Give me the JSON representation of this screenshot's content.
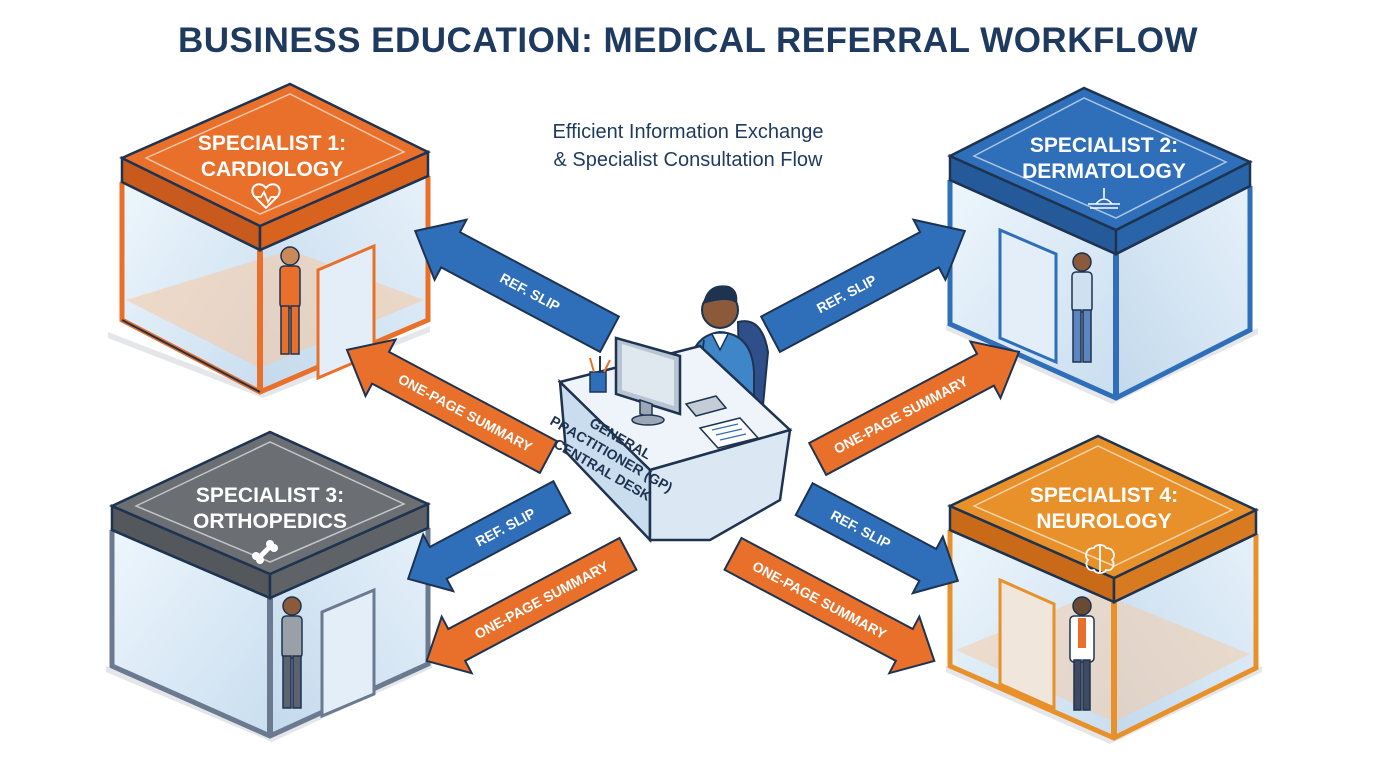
{
  "title": "BUSINESS EDUCATION: MEDICAL REFERRAL WORKFLOW",
  "subtitle_line1": "Efficient Information Exchange",
  "subtitle_line2": "& Specialist Consultation Flow",
  "colors": {
    "title": "#1f3a5f",
    "orange": "#e8702a",
    "blue": "#2f6fba",
    "gray": "#6b6e73",
    "outline": "#1e3350",
    "glass": "#d7e7f4"
  },
  "specialists": [
    {
      "line1": "SPECIALIST 1:",
      "line2": "CARDIOLOGY",
      "icon": "heart-pulse-icon"
    },
    {
      "line1": "SPECIALIST 2:",
      "line2": "DERMATOLOGY",
      "icon": "skin-layer-icon"
    },
    {
      "line1": "SPECIALIST 3:",
      "line2": "ORTHOPEDICS",
      "icon": "bone-icon"
    },
    {
      "line1": "SPECIALIST 4:",
      "line2": "NEUROLOGY",
      "icon": "brain-icon"
    }
  ],
  "desk": {
    "line1": "GENERAL",
    "line2": "PRACTITIONER (GP)",
    "line3": "CENTRAL DESK"
  },
  "arrows": {
    "ref_slip": "REF. SLIP",
    "summary": "ONE-PAGE SUMMARY"
  }
}
